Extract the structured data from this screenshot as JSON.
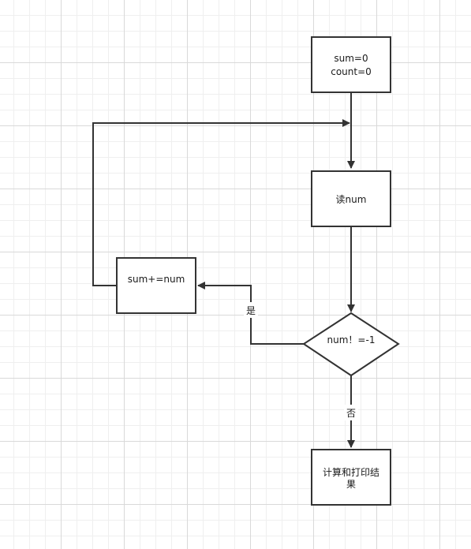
{
  "nodes": {
    "init": {
      "lines": [
        "sum=0",
        "count=0"
      ]
    },
    "read": {
      "lines": [
        "读num"
      ]
    },
    "accumulate": {
      "lines": [
        "sum+=num"
      ]
    },
    "condition": {
      "lines": [
        "num！=-1"
      ]
    },
    "result": {
      "lines": [
        "计算和打印结",
        "果"
      ]
    }
  },
  "edges": {
    "yes_label": "是",
    "no_label": "否"
  },
  "colors": {
    "stroke": "#333333",
    "fill": "#ffffff",
    "text": "#1a1a1a"
  }
}
